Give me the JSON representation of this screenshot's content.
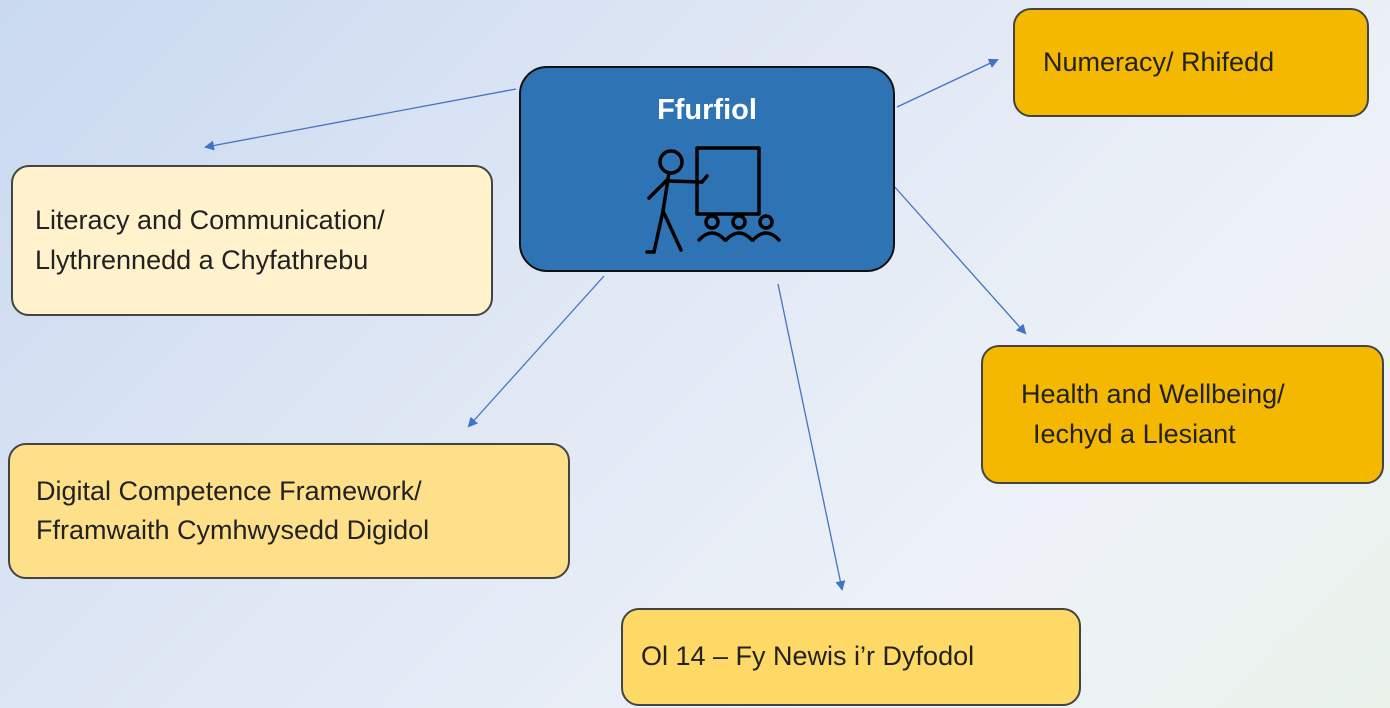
{
  "center": {
    "title": "Ffurfiol",
    "icon": "teacher-presenting-icon",
    "fill": "#2e74b5"
  },
  "nodes": {
    "literacy": {
      "lines": [
        "Literacy and Communication/",
        "Llythrennedd a Chyfathrebu"
      ],
      "fill": "#fff2cc"
    },
    "numeracy": {
      "lines": [
        "Numeracy/ Rhifedd"
      ],
      "fill": "#f5b800"
    },
    "health": {
      "lines": [
        "Health and Wellbeing/",
        "Iechyd a Llesiant"
      ],
      "fill": "#f5b800"
    },
    "digital": {
      "lines": [
        "Digital Competence Framework/",
        "Fframwaith Cymhwysedd Digidol"
      ],
      "fill": "#ffe08a"
    },
    "ol14": {
      "lines": [
        "Ol 14 – Fy Newis i’r Dyfodol"
      ],
      "fill": "#ffd966"
    }
  },
  "connector_color": "#4472c4"
}
